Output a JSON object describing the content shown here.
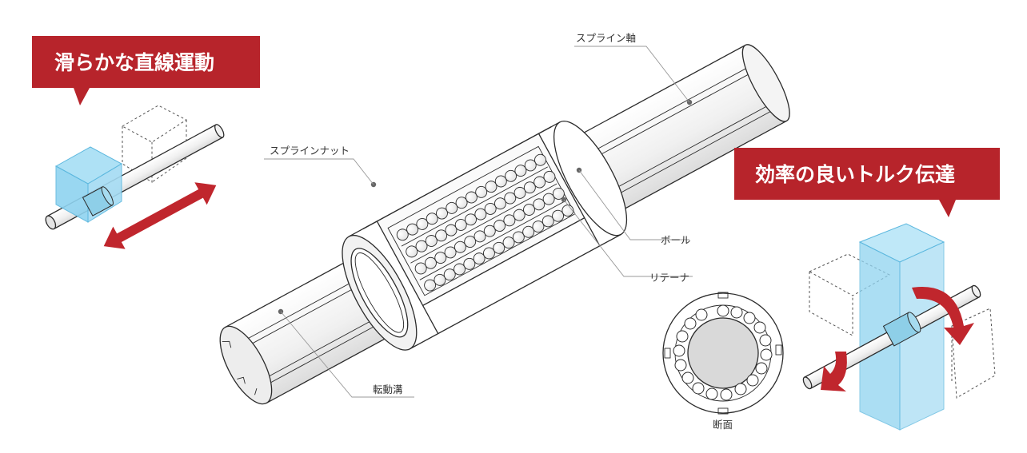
{
  "callouts": {
    "left": "滑らかな直線運動",
    "right": "効率の良いトルク伝達"
  },
  "labels": {
    "spline_shaft": "スプライン軸",
    "spline_nut": "スプラインナット",
    "ball": "ボール",
    "retainer": "リテーナ",
    "raceway_groove": "転動溝",
    "cross_section": "断面"
  },
  "colors": {
    "callout_red": "#b7242b",
    "arrow_red": "#c0262d",
    "block_blue": "#8fd3f0",
    "outline": "#2b2b2b"
  },
  "icons": {
    "linear_motion": "double-headed-straight-arrow-icon",
    "torque": "curved-rotation-arrow-icon"
  }
}
